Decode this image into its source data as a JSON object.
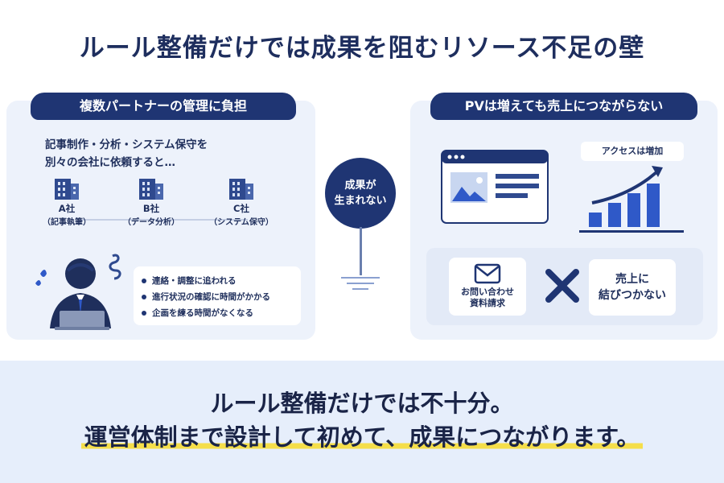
{
  "title": "ルール整備だけでは成果を阻むリソース不足の壁",
  "left_panel": {
    "heading": "複数パートナーの管理に負担",
    "lead_line1": "記事制作・分析・システム保守を",
    "lead_line2": "別々の会社に依頼すると…",
    "companies": [
      {
        "name": "A社",
        "role": "（記事執筆）"
      },
      {
        "name": "B社",
        "role": "（データ分析）"
      },
      {
        "name": "C社",
        "role": "（システム保守）"
      }
    ],
    "bullets": [
      "連絡・調整に追われる",
      "進行状況の確認に時間がかかる",
      "企画を練る時間がなくなる"
    ]
  },
  "center": {
    "line1": "成果が",
    "line2": "生まれない"
  },
  "right_panel": {
    "heading": "PVは増えても売上につながらない",
    "access_label": "アクセスは増加",
    "contact_line1": "お問い合わせ",
    "contact_line2": "資料請求",
    "sales_line1": "売上に",
    "sales_line2": "結びつかない"
  },
  "bottom": {
    "line1": "ルール整備だけでは不十分。",
    "line2": "運営体制まで設計して初めて、成果につながります。"
  },
  "colors": {
    "navy": "#1f3573",
    "panel_bg": "#edf2fb",
    "accent_blue": "#2f59c8",
    "highlight": "#f5de4a"
  }
}
